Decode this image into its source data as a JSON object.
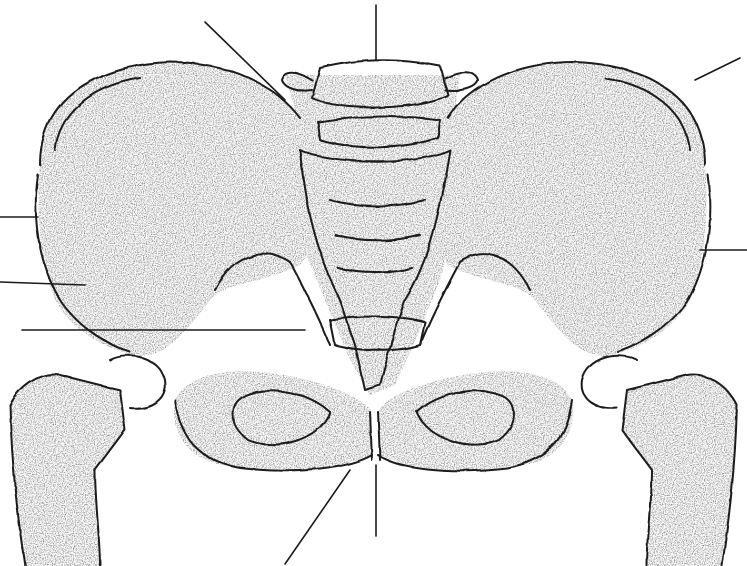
{
  "figure": {
    "subject": "pelvis-anterior-view",
    "style": "stippled-line-drawing",
    "ink_color": "#1a1a1a",
    "paper_color": "#ffffff",
    "labels": [],
    "leader_lines": [
      {
        "id": "top-center",
        "points_to": "lumbar-vertebra"
      },
      {
        "id": "top-left-diagonal",
        "points_to": "sacral-promontory"
      },
      {
        "id": "top-right-diagonal",
        "points_to": "right-iliac-crest"
      },
      {
        "id": "left-upper",
        "points_to": "left-iliac-wing"
      },
      {
        "id": "left-middle",
        "points_to": "left-ilium"
      },
      {
        "id": "left-lower",
        "points_to": "left-pelvic-brim"
      },
      {
        "id": "right-middle",
        "points_to": "right-iliac-fossa"
      },
      {
        "id": "bottom-left-diagonal",
        "points_to": "pubic-arch"
      },
      {
        "id": "bottom-center",
        "points_to": "pubic-symphysis"
      }
    ]
  }
}
